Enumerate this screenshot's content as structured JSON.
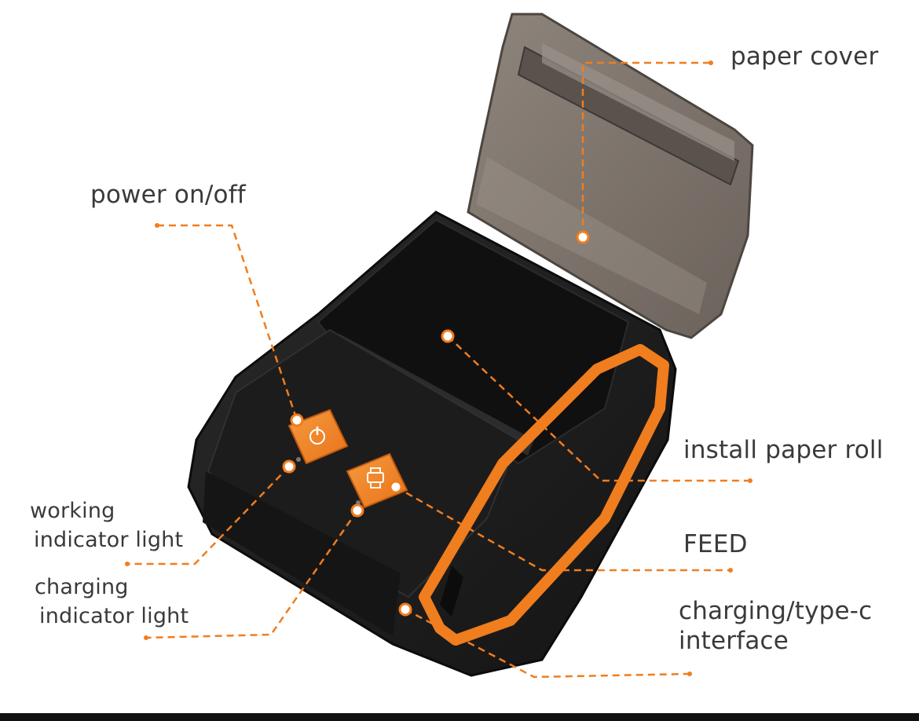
{
  "colors": {
    "accent": "#f07d1e",
    "body": "#1f1f1f",
    "cover": "#7a7068",
    "label": "#3a3a3a"
  },
  "labels": {
    "paper_cover": "paper cover",
    "power": "power on/off",
    "install_roll": "install paper roll",
    "feed": "FEED",
    "working_line1": "working",
    "working_line2": "indicator light",
    "charging_line1": "charging",
    "charging_line2": "indicator light",
    "typec_line1": "charging/type-c",
    "typec_line2": "interface"
  },
  "icons": {
    "power_button": "power-icon",
    "feed_button": "printer-feed-icon"
  }
}
